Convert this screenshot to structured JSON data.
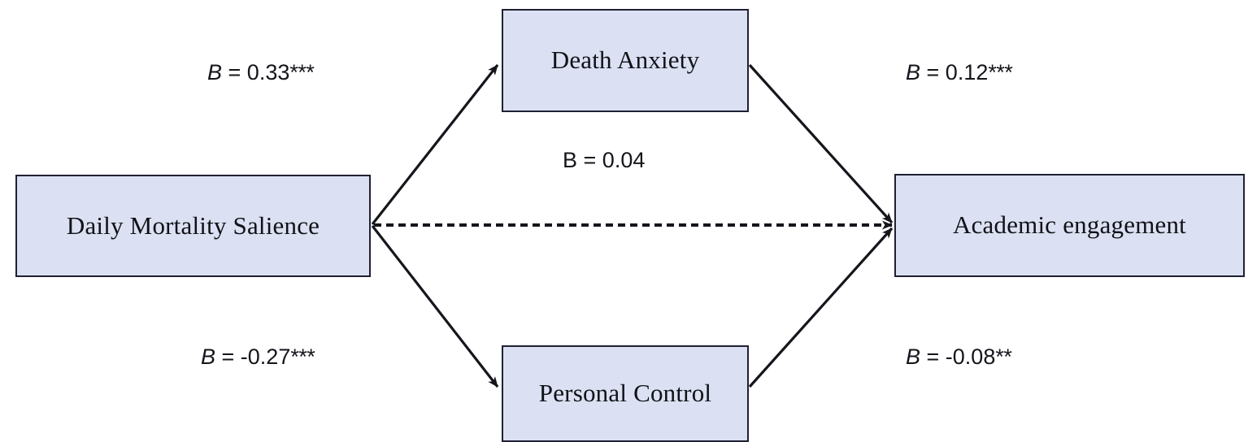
{
  "figure": {
    "type": "mediation-path-diagram",
    "background_color": "#ffffff",
    "node_fill_color": "#dbe1f2",
    "node_border_color": "#1f2033",
    "edge_color": "#15151c"
  },
  "nodes": {
    "predictor": {
      "label": "Daily Mortality Salience",
      "role": "independent-variable"
    },
    "mediator_1": {
      "label": "Death Anxiety",
      "role": "mediator"
    },
    "mediator_2": {
      "label": "Personal Control",
      "role": "mediator"
    },
    "outcome": {
      "label": "Academic engagement",
      "role": "dependent-variable"
    }
  },
  "paths": [
    {
      "id": "a1",
      "from": "predictor",
      "to": "mediator_1",
      "style": "solid",
      "symbol": "B",
      "symbol_italic": true,
      "equals": " = ",
      "value": "0.33",
      "stars": "***",
      "text": "B = 0.33***"
    },
    {
      "id": "b1",
      "from": "mediator_1",
      "to": "outcome",
      "style": "solid",
      "symbol": "B",
      "symbol_italic": true,
      "equals": " = ",
      "value": "0.12",
      "stars": "***",
      "text": "B = 0.12***"
    },
    {
      "id": "direct",
      "from": "predictor",
      "to": "outcome",
      "style": "dashed",
      "symbol": "B",
      "symbol_italic": false,
      "equals": " = ",
      "value": "0.04",
      "stars": "",
      "text": "B = 0.04"
    },
    {
      "id": "a2",
      "from": "predictor",
      "to": "mediator_2",
      "style": "solid",
      "symbol": "B",
      "symbol_italic": true,
      "equals": " = ",
      "value": "-0.27",
      "stars": "***",
      "text": "B = -0.27***"
    },
    {
      "id": "b2",
      "from": "mediator_2",
      "to": "outcome",
      "style": "solid",
      "symbol": "B",
      "symbol_italic": true,
      "equals": " = ",
      "value": "-0.08",
      "stars": "**",
      "text": "B = -0.08**"
    }
  ],
  "chart_data": {
    "type": "diagram",
    "title": "",
    "categories": [
      "a1",
      "b1",
      "direct",
      "a2",
      "b2"
    ],
    "values": [
      0.33,
      0.12,
      0.04,
      -0.27,
      -0.08
    ],
    "labels": [
      "B = 0.33***",
      "B = 0.12***",
      "B = 0.04",
      "B = -0.27***",
      "B = -0.08**"
    ],
    "edges": [
      {
        "source": "Daily Mortality Salience",
        "target": "Death Anxiety",
        "value": 0.33,
        "significance": "***",
        "line": "solid"
      },
      {
        "source": "Death Anxiety",
        "target": "Academic engagement",
        "value": 0.12,
        "significance": "***",
        "line": "solid"
      },
      {
        "source": "Daily Mortality Salience",
        "target": "Academic engagement",
        "value": 0.04,
        "significance": "",
        "line": "dashed"
      },
      {
        "source": "Daily Mortality Salience",
        "target": "Personal Control",
        "value": -0.27,
        "significance": "***",
        "line": "solid"
      },
      {
        "source": "Personal Control",
        "target": "Academic engagement",
        "value": -0.08,
        "significance": "**",
        "line": "solid"
      }
    ]
  }
}
